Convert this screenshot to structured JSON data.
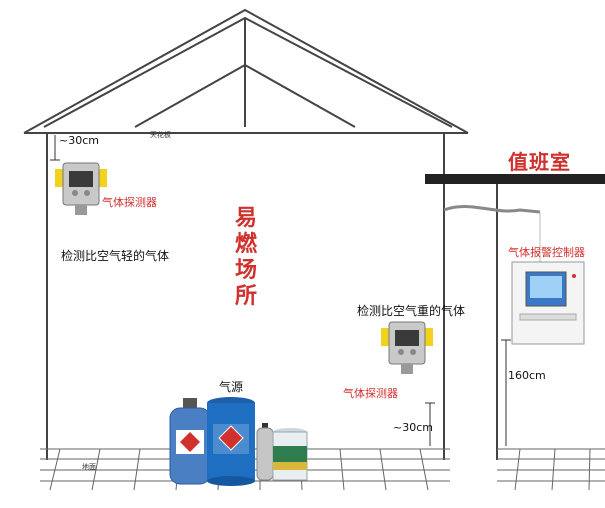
{
  "labels": {
    "ceiling": "天花板",
    "floor": "地面",
    "height_top": "~30cm",
    "height_bottom": "~30cm",
    "height_controller": "160cm",
    "detector_left": "气体探测器",
    "detector_right": "气体探测器",
    "light_gas": "检测比空气轻的气体",
    "heavy_gas": "检测比空气重的气体",
    "gas_source": "气源",
    "zone_title": "易燃场所",
    "duty_room": "值班室",
    "controller": "气体报警控制器"
  },
  "colors": {
    "accent_red": "#d0312d",
    "detector_yellow": "#f2d21c",
    "drum_blue": "#1e6fc2",
    "cylinder_blue": "#4a7fc4"
  }
}
